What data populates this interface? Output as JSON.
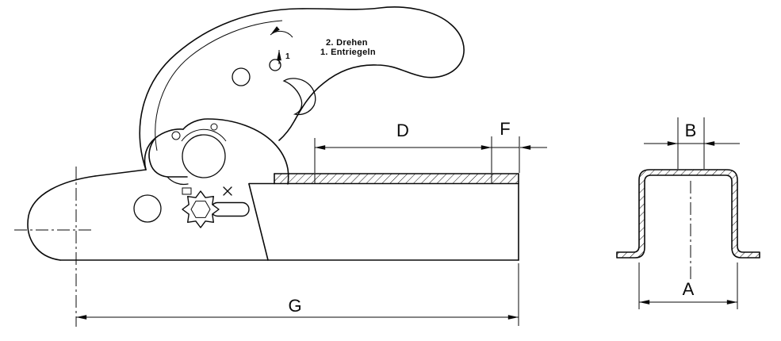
{
  "colors": {
    "background": "#ffffff",
    "line": "#0a0a0a"
  },
  "side_view": {
    "instructions": {
      "line1": "2. Drehen",
      "line2": "1. Entriegeln",
      "step_marker": "1"
    },
    "dims": {
      "d": "D",
      "f": "F",
      "g": "G"
    }
  },
  "section_view": {
    "dims": {
      "b": "B",
      "a": "A"
    }
  }
}
